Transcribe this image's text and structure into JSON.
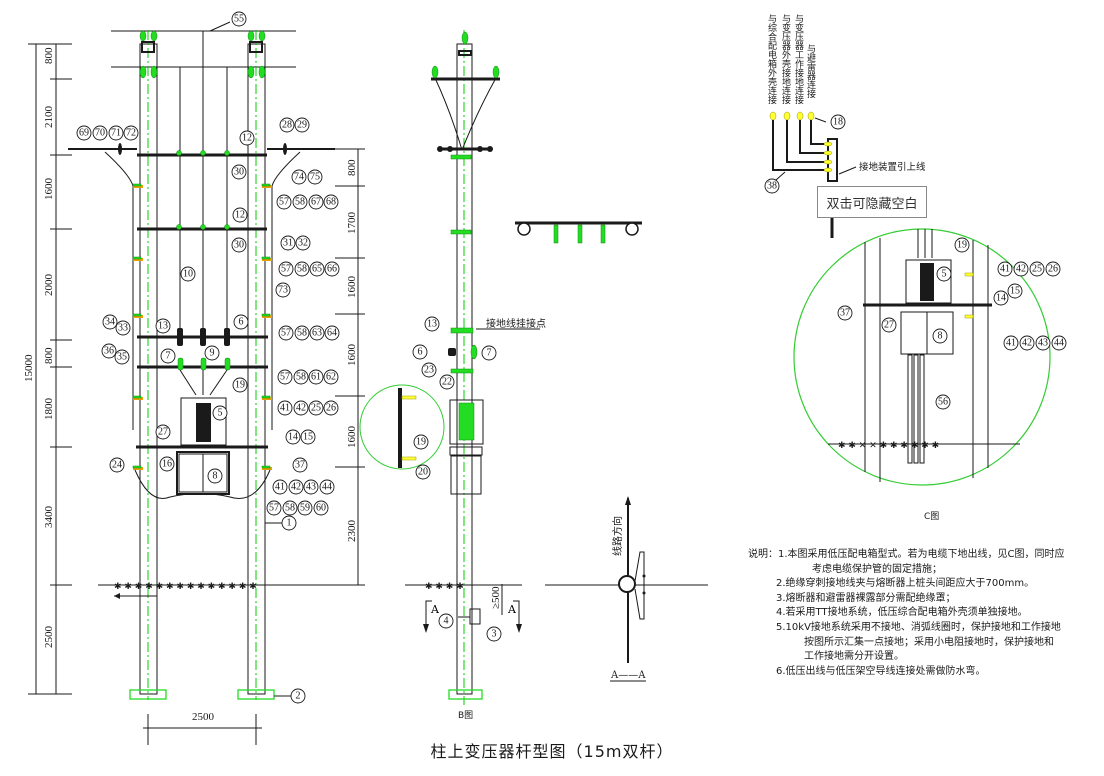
{
  "title": "柱上变压器杆型图（15m双杆）",
  "main_view": {
    "dims_left_inner": [
      "800",
      "2100",
      "1600",
      "2000",
      "800",
      "1800",
      "3400",
      "2500"
    ],
    "dim_total": "15000",
    "dims_right": [
      "800",
      "1700",
      "1600",
      "1600",
      "1600",
      "2300"
    ],
    "dim_bottom": "2500",
    "balloons": {
      "b55": "55",
      "b69": "69",
      "b70": "70",
      "b71": "71",
      "b72": "72",
      "b28": "28",
      "b29": "29",
      "b12a": "12",
      "b30a": "30",
      "b74": "74",
      "b75": "75",
      "r1": [
        "57",
        "58",
        "67",
        "68"
      ],
      "b12b": "12",
      "b30b": "30",
      "b31": "31",
      "b32": "32",
      "r2": [
        "57",
        "58",
        "65",
        "66"
      ],
      "b10": "10",
      "b73": "73",
      "b34": "34",
      "b33": "33",
      "b13": "13",
      "b6": "6",
      "r3": [
        "57",
        "58",
        "63",
        "64"
      ],
      "b36": "36",
      "b35": "35",
      "b7": "7",
      "b9": "9",
      "r4": [
        "57",
        "58",
        "61",
        "62"
      ],
      "b19": "19",
      "b5": "5",
      "r5": [
        "41",
        "42",
        "25",
        "26"
      ],
      "b27": "27",
      "b14": "14",
      "b15": "15",
      "b24": "24",
      "b16": "16",
      "b8": "8",
      "b37": "37",
      "r6": [
        "41",
        "42",
        "43",
        "44"
      ],
      "r7": [
        "57",
        "58",
        "59",
        "60"
      ],
      "b1": "1",
      "b2": "2"
    }
  },
  "side_view": {
    "label": "B图",
    "ground_point_label": "接地线挂接点",
    "balloons": {
      "b13": "13",
      "b6": "6",
      "b7": "7",
      "b23": "23",
      "b22": "22",
      "b19": "19",
      "b20": "20",
      "b4": "4",
      "b3": "3"
    },
    "section_marker": "A",
    "depth_dim": "≥500"
  },
  "section_view": {
    "label": "A——A",
    "direction_label": "线路方向"
  },
  "grounding_detail": {
    "lead_labels": [
      "与综合配电箱外壳连接",
      "与变压器外壳接地连接",
      "与变压器工作接地连接",
      "与避雷器连接"
    ],
    "balloon_18": "18",
    "balloon_38": "38",
    "lead_wire_label": "接地装置引上线",
    "hide_box_label": "双击可隐藏空白"
  },
  "c_view": {
    "label": "C图",
    "balloons": {
      "b19": "19",
      "b5": "5",
      "b37": "37",
      "b27": "27",
      "b8": "8",
      "b14": "14",
      "b15": "15",
      "b56": "56"
    },
    "r1": [
      "41",
      "42",
      "25",
      "26"
    ],
    "r2": [
      "41",
      "42",
      "43",
      "44"
    ]
  },
  "notes": {
    "heading": "说明：",
    "items": [
      {
        "num": "1.",
        "lines": [
          "本图采用低压配电箱型式。若为电缆下地出线，见C图，同时应",
          "考虑电缆保护管的固定措施；"
        ]
      },
      {
        "num": "2.",
        "lines": [
          "绝缘穿刺接地线夹与熔断器上桩头间距应大于700mm。"
        ]
      },
      {
        "num": "3.",
        "lines": [
          "熔断器和避雷器裸露部分需配绝缘罩；"
        ]
      },
      {
        "num": "4.",
        "lines": [
          "若采用TT接地系统，低压综合配电箱外壳须单独接地。"
        ]
      },
      {
        "num": "5.",
        "lines": [
          "10kV接地系统采用不接地、消弧线圈时，保护接地和工作接地",
          "按图所示汇集一点接地；采用小电阻接地时，保护接地和",
          "工作接地需分开设置。"
        ]
      },
      {
        "num": "6.",
        "lines": [
          "低压出线与低压架空导线连接处需做防水弯。"
        ]
      }
    ]
  },
  "colors": {
    "line": "#1a1a1a",
    "insulator_green": "#22dd22",
    "centerline": "#00cc00",
    "terminal_yellow": "#ffff33",
    "detail_circle": "#33cc33"
  }
}
